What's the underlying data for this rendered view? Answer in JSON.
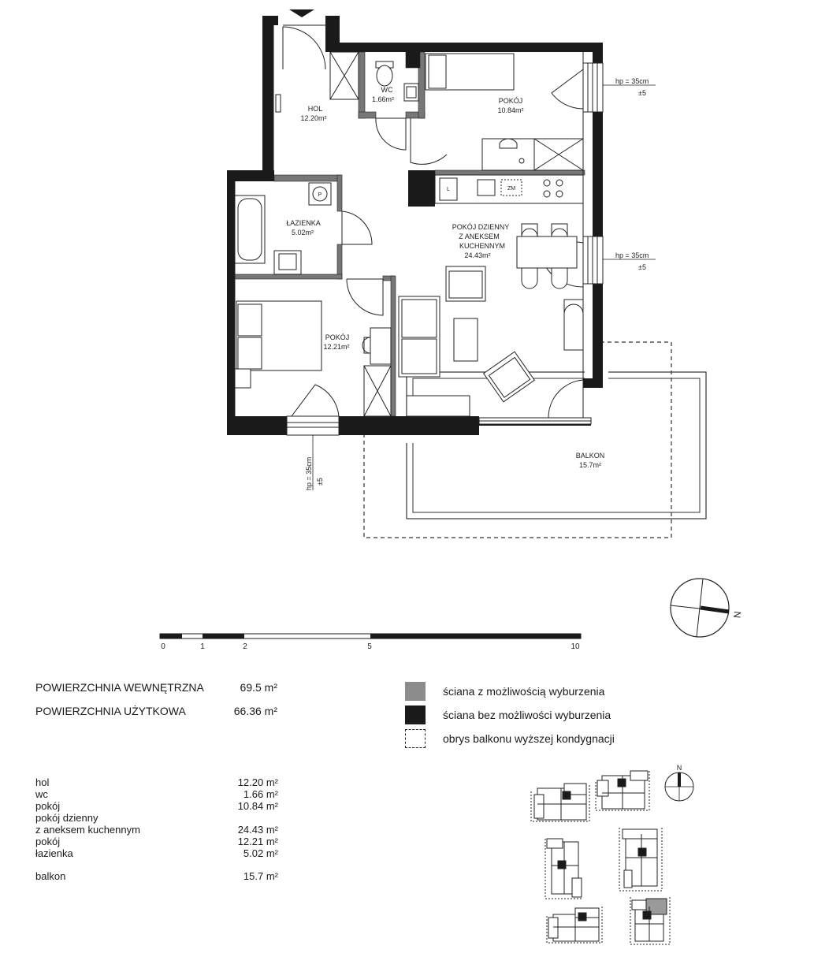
{
  "rooms_on_plan": {
    "hol": {
      "name": "HOL",
      "area": "12.20m²"
    },
    "wc": {
      "name": "WC",
      "area": "1.66m²"
    },
    "pokoj1": {
      "name": "POKÓJ",
      "area": "10.84m²"
    },
    "lazienka": {
      "name": "ŁAZIENKA",
      "area": "5.02m²"
    },
    "dzienny": {
      "line1": "POKÓJ DZIENNY",
      "line2": "Z ANEKSEM",
      "line3": "KUCHENNYM",
      "area": "24.43m²"
    },
    "pokoj2": {
      "name": "POKÓJ",
      "area": "12.21m²"
    },
    "balkon": {
      "name": "BALKON",
      "area": "15.7m²"
    }
  },
  "fixture_labels": {
    "fridge": "L",
    "dishwasher": "ZM",
    "washer": "P"
  },
  "window_notes": {
    "n1": {
      "line1": "hp = 35cm",
      "line2": "±5"
    },
    "n2": {
      "line1": "hp = 35cm",
      "line2": "±5"
    },
    "n3": {
      "line1": "hp = 35cm",
      "line2": "±5"
    }
  },
  "compass": {
    "label": "N"
  },
  "scale": {
    "ticks": [
      "0",
      "1",
      "2",
      "5",
      "10"
    ]
  },
  "summary": [
    {
      "label": "POWIERZCHNIA WEWNĘTRZNA",
      "value": "69.5 m²"
    },
    {
      "label": "POWIERZCHNIA UŻYTKOWA",
      "value": "66.36 m²"
    }
  ],
  "legend": [
    {
      "swatch": "grey",
      "text": "ściana z możliwością wyburzenia"
    },
    {
      "swatch": "black",
      "text": "ściana bez możliwości wyburzenia"
    },
    {
      "swatch": "dashed",
      "text": "obrys balkonu wyższej kondygnacji"
    }
  ],
  "room_list": [
    {
      "name": "hol",
      "value": "12.20 m²"
    },
    {
      "name": "wc",
      "value": "1.66 m²"
    },
    {
      "name": "pokój",
      "value": "10.84 m²"
    },
    {
      "name": "pokój dzienny",
      "value": ""
    },
    {
      "name": "z aneksem kuchennym",
      "value": "24.43 m²"
    },
    {
      "name": "pokój",
      "value": "12.21 m²"
    },
    {
      "name": "łazienka",
      "value": "5.02 m²"
    },
    {
      "name": "balkon",
      "value": "15.7 m²"
    }
  ],
  "site_compass": {
    "label": "N"
  },
  "colors": {
    "wall_fixed": "#1a1a1a",
    "wall_removable": "#8c8c8c",
    "highlight": "#9a9a9a"
  }
}
